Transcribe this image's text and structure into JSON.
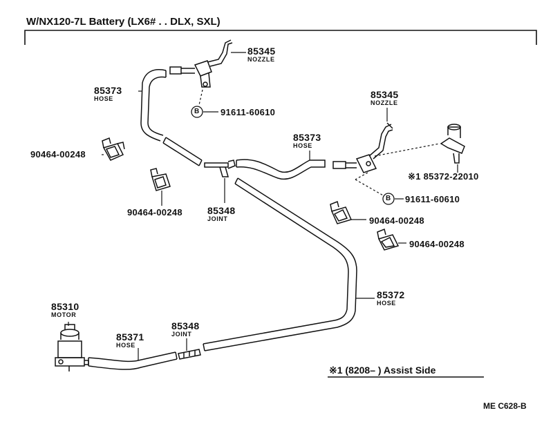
{
  "title": "W/NX120-7L Battery (LX6# . . DLX, SXL)",
  "labels": {
    "nozzle_top_pn": "85345",
    "nozzle_top_name": "NOZZLE",
    "hose_left_pn": "85373",
    "hose_left_name": "HOSE",
    "bolt_top_pn": "91611-60610",
    "clamp1_pn": "90464-00248",
    "clamp2_pn": "90464-00248",
    "joint_mid_pn": "85348",
    "joint_mid_name": "JOINT",
    "nozzle_right_pn": "85345",
    "nozzle_right_name": "NOZZLE",
    "hose_mid_pn": "85373",
    "hose_mid_name": "HOSE",
    "assist_pn": "※1 85372-22010",
    "bolt_right_pn": "91611-60610",
    "clamp3_pn": "90464-00248",
    "clamp4_pn": "90464-00248",
    "hose_long_pn": "85372",
    "hose_long_name": "HOSE",
    "motor_pn": "85310",
    "motor_name": "MOTOR",
    "hose_low_pn": "85371",
    "hose_low_name": "HOSE",
    "joint_low_pn": "85348",
    "joint_low_name": "JOINT",
    "footnote": "※1 (8208–       ) Assist Side",
    "code": "ME  C628-B",
    "bolt_symbol": "B"
  }
}
